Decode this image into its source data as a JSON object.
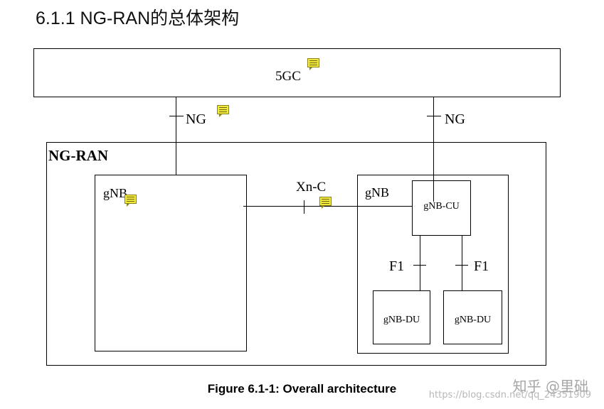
{
  "heading": "6.1.1 NG-RAN的总体架构",
  "diagram": {
    "core": "5GC",
    "ng_left": "NG",
    "ng_right": "NG",
    "ran_title": "NG-RAN",
    "gnb_left": "gNB",
    "xn": "Xn-C",
    "gnb_right": "gNB",
    "cu": "gNB-CU",
    "f1_left": "F1",
    "f1_right": "F1",
    "du_left": "gNB-DU",
    "du_right": "gNB-DU"
  },
  "caption": "Figure 6.1-1: Overall architecture",
  "watermark": {
    "line1": "知乎 @里础",
    "line2": "https://blog.csdn.net/qq_24351909"
  }
}
